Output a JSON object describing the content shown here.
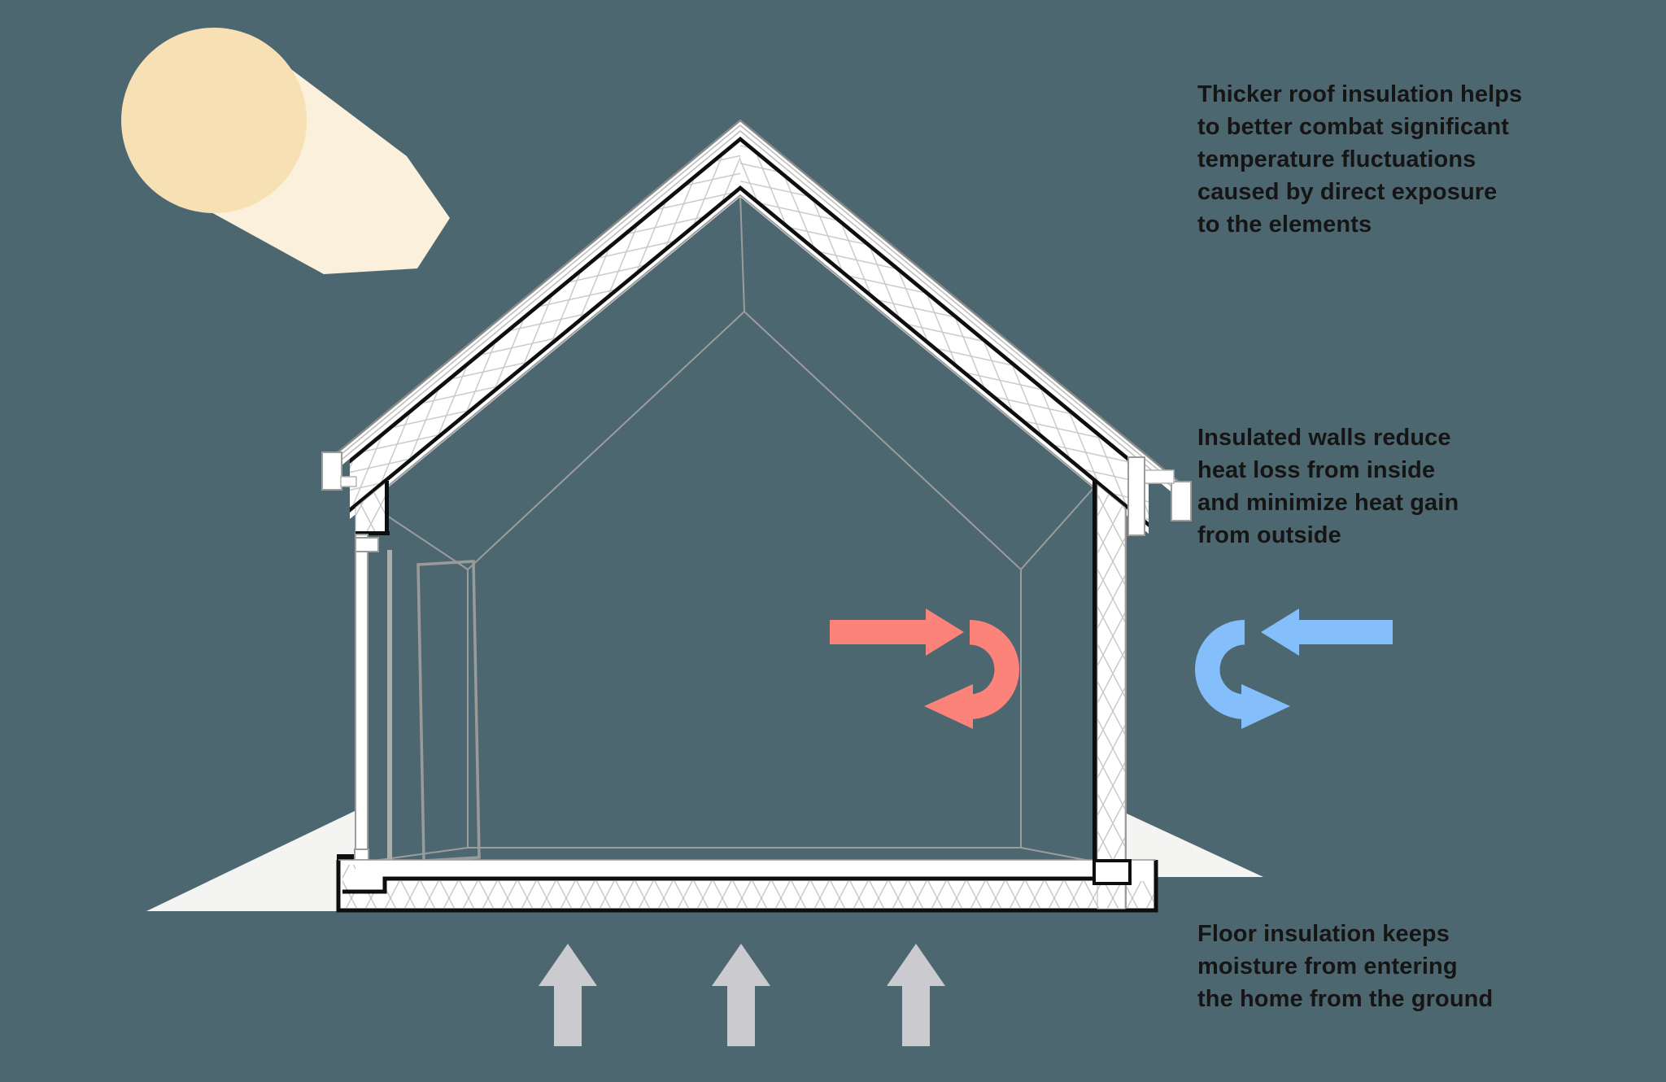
{
  "colors": {
    "bg": "#4D6771",
    "sun_core": "#F6E0B4",
    "sun_beam": "#FBF0DB",
    "heat_red": "#FC837A",
    "cool_blue": "#84BFFB",
    "arrow_gray": "#CBCBCF",
    "ground": "#F4F4F3",
    "ink": "#151515"
  },
  "annotations": {
    "roof": {
      "lines": [
        "Thicker roof insulation helps",
        "to better combat significant",
        "temperature fluctuations",
        "caused by direct exposure",
        "to the elements"
      ]
    },
    "walls": {
      "lines": [
        "Insulated walls reduce",
        "heat loss from inside",
        "and minimize heat gain",
        "from outside"
      ]
    },
    "floor": {
      "lines": [
        "Floor insulation keeps",
        "moisture from entering",
        "the home from the ground"
      ]
    }
  },
  "icons": {
    "sun": "sun-with-light-beam",
    "heat_arrows": "indoor-heat-reflected-back-inside",
    "cool_arrows": "outdoor-heat-deflected-away",
    "ground_arrows": "ground-moisture-rising"
  }
}
